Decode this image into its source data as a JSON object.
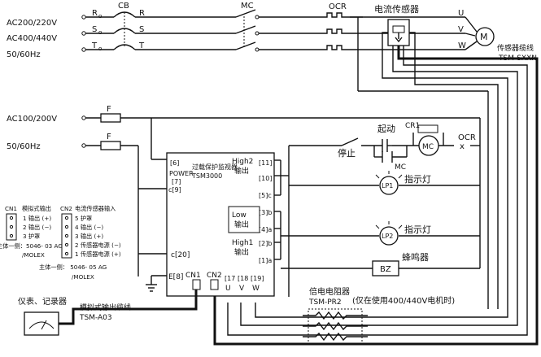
{
  "supply": {
    "line_a": "AC200/220V",
    "line_b": "AC400/440V",
    "freq_main": "50/60Hz",
    "ctrl_voltage": "AC100/200V",
    "freq_ctrl": "50/60Hz"
  },
  "phases": {
    "r_in": "R",
    "s_in": "S",
    "t_in": "T",
    "sub_in": "o",
    "r_out": "R",
    "s_out": "S",
    "t_out": "T"
  },
  "motor_terminals": {
    "u": "U",
    "v": "V",
    "w": "W",
    "motor": "M"
  },
  "devices": {
    "cb": "CB",
    "mc": "MC",
    "ocr": "OCR",
    "current_sensor": "电流传感器",
    "sensor_cable": "传感器缆线",
    "sensor_cable_model": "TSM-SXXN",
    "fuse": "F",
    "cr1": "CR1",
    "start": "起动",
    "stop": "停止",
    "mc_aux": "MC",
    "mc_coil": "MC",
    "ocr_ctrl": "OCR",
    "lp1": "LP1",
    "lp2": "LP2",
    "indicator": "指示灯",
    "bz": "BZ",
    "buzzer": "蜂鸣器"
  },
  "monitor": {
    "title_line1": "过载保护监视器",
    "title_line2": "TSM3000",
    "power": "POWER",
    "t6": "6",
    "t7": "7",
    "t9": "9",
    "c": "c",
    "high2": "High2",
    "high2_out": "输出",
    "low": "Low",
    "low_out": "输出",
    "high1": "High1",
    "high1_out": "输出",
    "r11": "11",
    "r10": "10",
    "r5c": "5",
    "r3b": "3",
    "r4a": "4",
    "r2b": "2",
    "r1a": "1",
    "suffix_a": "a",
    "suffix_b": "b",
    "suffix_c": "c",
    "c20": "c[20]",
    "e8": "E[8]",
    "cn1": "CN1",
    "cn2": "CN2",
    "t17": "17",
    "t18": "18",
    "t19": "19",
    "u": "U",
    "v": "V",
    "w": "W"
  },
  "connectors": {
    "cn1_header": "CN1",
    "cn1_title": "模拟式输出",
    "cn1_pin1": "1 输出 (+)",
    "cn1_pin2": "2 输出 (−)",
    "cn1_pin3": "3 护罩",
    "cn1_side": "主体一侧：5046- 03 AG",
    "cn1_maker": "/MOLEX",
    "cn2_header": "CN2",
    "cn2_title": "电流传感器输入",
    "cn2_pin5": "5 护罩",
    "cn2_pin4": "4 输出 (−)",
    "cn2_pin3": "3 输出 (+)",
    "cn2_pin2": "2 传感器电源 (−)",
    "cn2_pin1": "1 传感器电源 (+)",
    "cn2_side": "主体一侧：  5046- 05 AG",
    "cn2_maker": "/MOLEX"
  },
  "instrument": {
    "label": "仪表、记录器",
    "cable": "模拟式输出缆线",
    "cable_model": "TSM-A03"
  },
  "resistor": {
    "label": "倍电电阻器",
    "model": "TSM-PR2",
    "note": "(仅在使用400/440V电机时)"
  }
}
